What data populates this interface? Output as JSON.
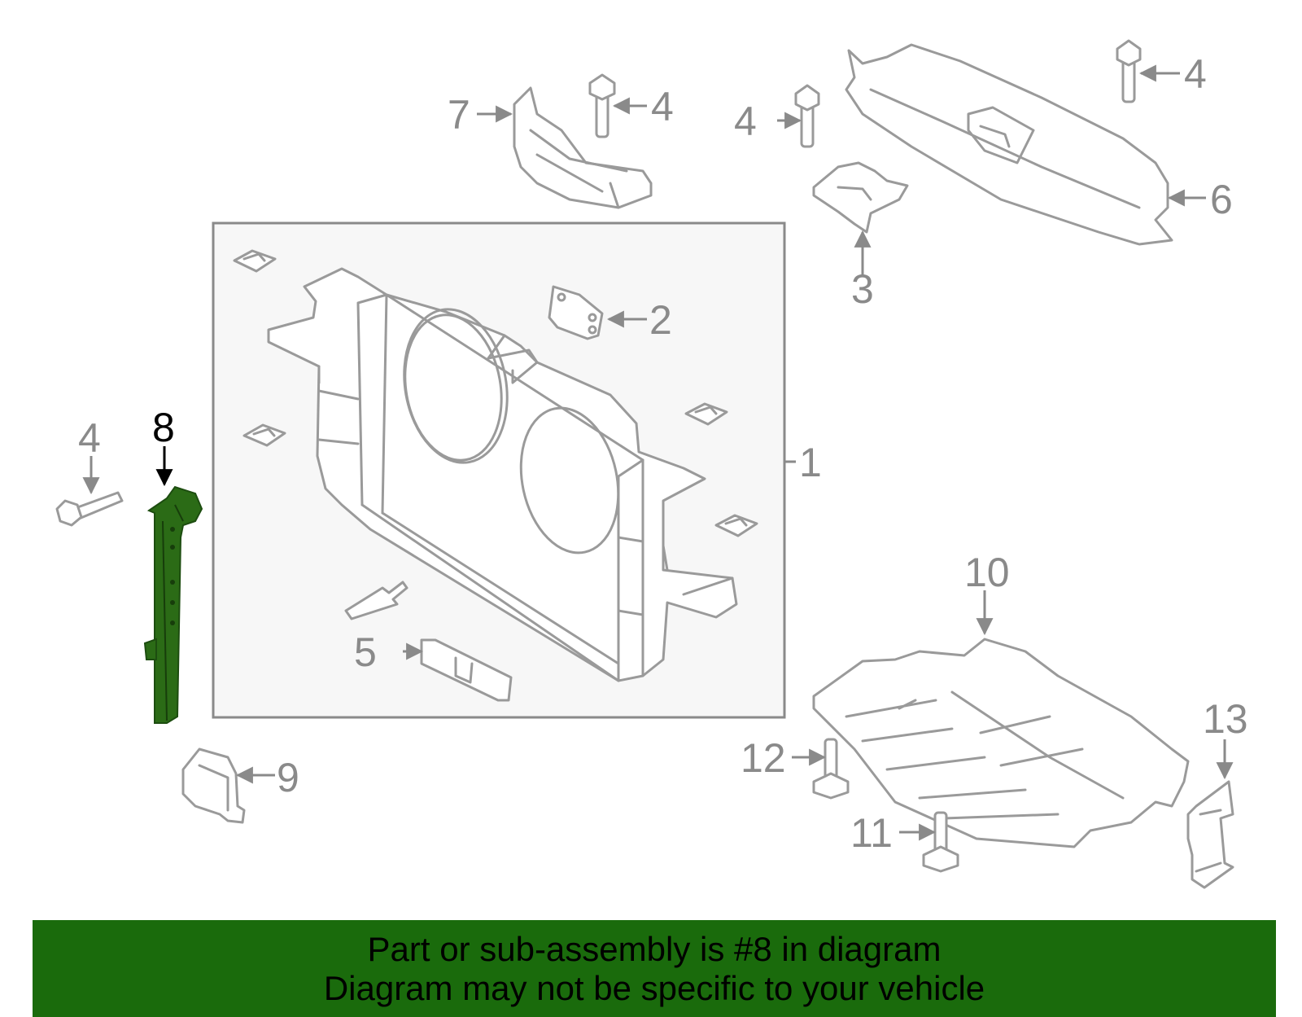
{
  "diagram": {
    "highlighted_part": "8",
    "colors": {
      "highlight": "#2b6b16",
      "banner": "#1a6b0c",
      "outline": "#9a9a9a",
      "frame_fill": "#f7f7f7"
    },
    "callouts": {
      "c1": "1",
      "c2": "2",
      "c3": "3",
      "c4a": "4",
      "c4b": "4",
      "c4c": "4",
      "c4d": "4",
      "c5": "5",
      "c6": "6",
      "c7": "7",
      "c8": "8",
      "c9": "9",
      "c10": "10",
      "c11": "11",
      "c12": "12",
      "c13": "13"
    }
  },
  "banner": {
    "line1": "Part or sub-assembly is #8 in diagram",
    "line2": "Diagram may not be specific to your vehicle"
  }
}
